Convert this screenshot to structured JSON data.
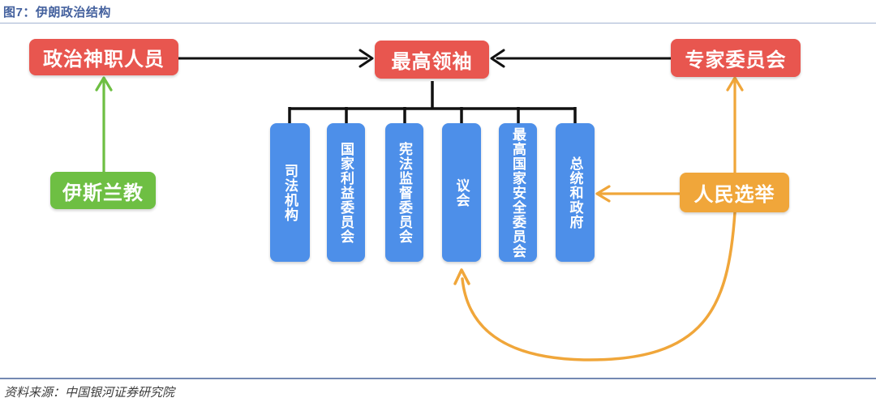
{
  "figure": {
    "title": "图7：伊朗政治结构",
    "source": "资料来源：中国银河证券研究院"
  },
  "colors": {
    "title_blue": "#44619e",
    "node_red": "#e8564f",
    "node_green": "#6ebf43",
    "node_blue": "#4d8fe9",
    "node_orange": "#f0a63a",
    "connector_black": "#111111",
    "divider_top": "#a3b4d2",
    "divider_bottom": "#7489b2"
  },
  "diagram": {
    "nodes": {
      "clergy": "政治神职人员",
      "supreme_leader": "最高领袖",
      "assembly_of_experts": "专家委员会",
      "islam": "伊斯兰教",
      "popular_election": "人民选举",
      "branches": [
        "司法机构",
        "国家利益委员会",
        "宪法监督委员会",
        "议会",
        "最高国家安全委员会",
        "总统和政府"
      ]
    },
    "edges": [
      {
        "from": "政治神职人员",
        "to": "最高领袖",
        "color": "black",
        "style": "straight-arrow"
      },
      {
        "from": "专家委员会",
        "to": "最高领袖",
        "color": "black",
        "style": "straight-arrow"
      },
      {
        "from": "最高领袖",
        "to": "司法机构",
        "color": "black",
        "style": "tree"
      },
      {
        "from": "最高领袖",
        "to": "国家利益委员会",
        "color": "black",
        "style": "tree"
      },
      {
        "from": "最高领袖",
        "to": "宪法监督委员会",
        "color": "black",
        "style": "tree"
      },
      {
        "from": "最高领袖",
        "to": "议会",
        "color": "black",
        "style": "tree"
      },
      {
        "from": "最高领袖",
        "to": "最高国家安全委员会",
        "color": "black",
        "style": "tree"
      },
      {
        "from": "最高领袖",
        "to": "总统和政府",
        "color": "black",
        "style": "tree"
      },
      {
        "from": "伊斯兰教",
        "to": "政治神职人员",
        "color": "green",
        "style": "straight-arrow"
      },
      {
        "from": "人民选举",
        "to": "专家委员会",
        "color": "orange",
        "style": "straight-arrow"
      },
      {
        "from": "人民选举",
        "to": "总统和政府",
        "color": "orange",
        "style": "straight-arrow"
      },
      {
        "from": "人民选举",
        "to": "议会",
        "color": "orange",
        "style": "curved-arrow"
      }
    ]
  }
}
